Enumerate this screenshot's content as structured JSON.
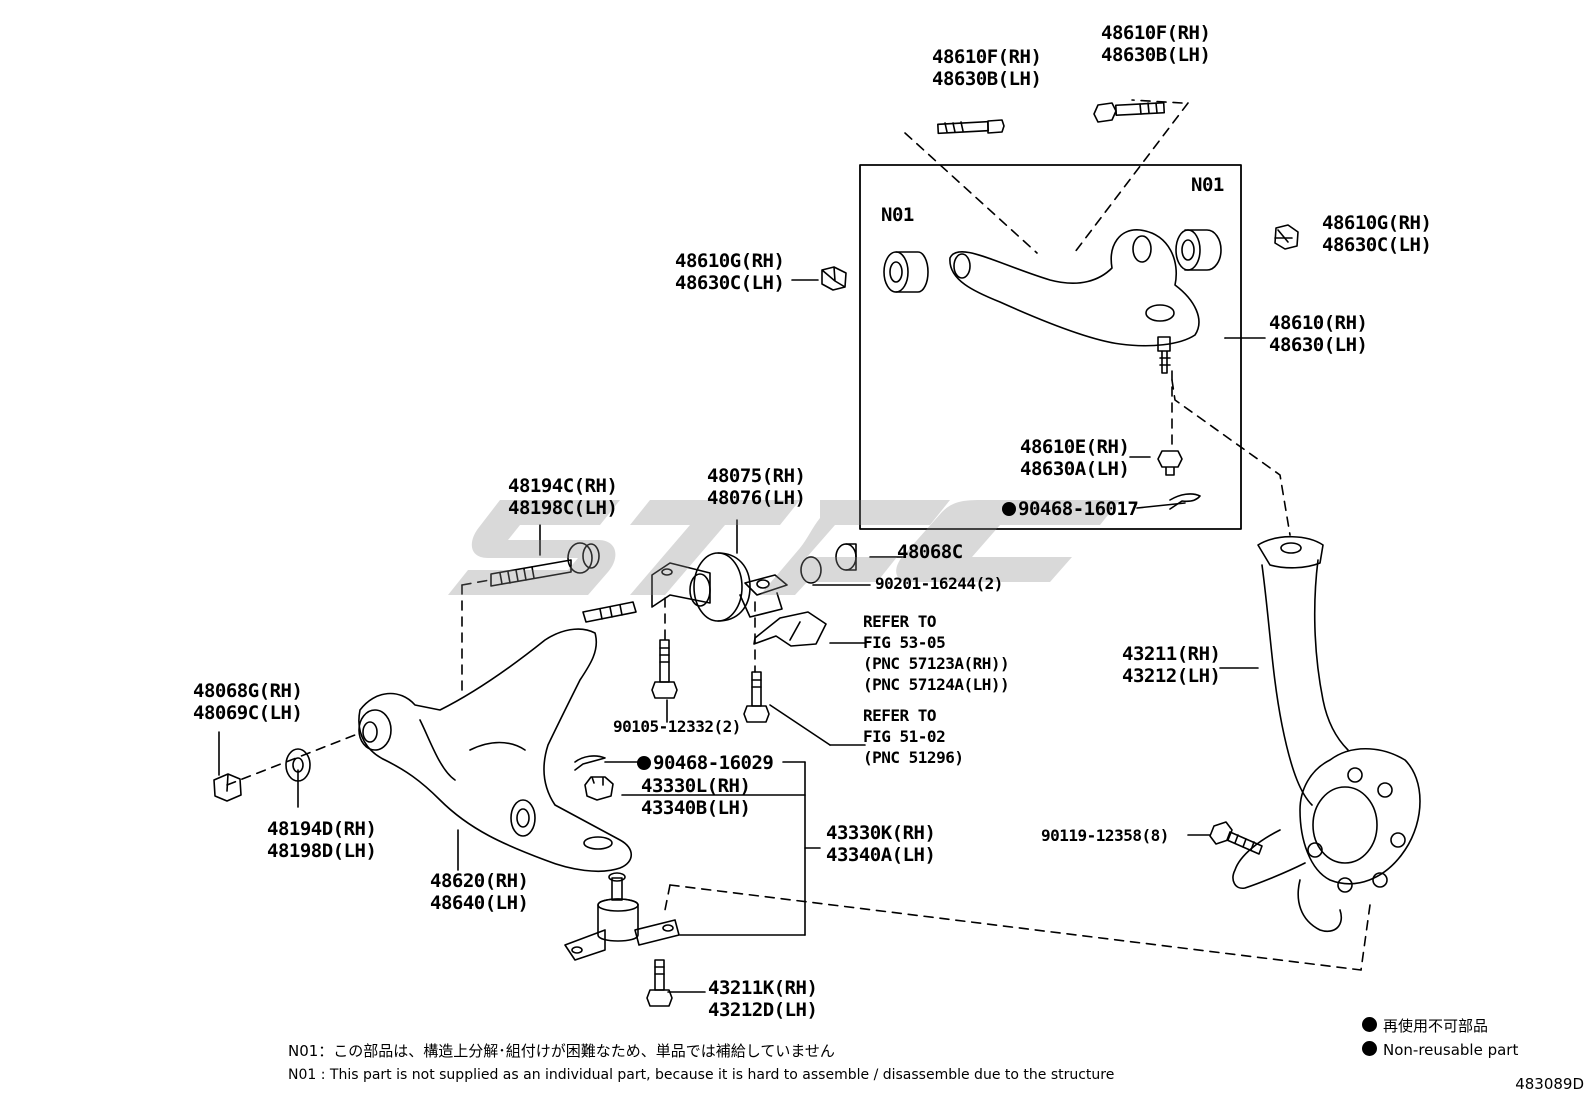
{
  "diagram_code": "483089D",
  "labels": {
    "bolt_upper_left": [
      "48610F(RH)",
      "48630B(LH)"
    ],
    "bolt_upper_right": [
      "48610F(RH)",
      "48630B(LH)"
    ],
    "n01_left": "N01",
    "n01_right": "N01",
    "nut_upper_left": [
      "48610G(RH)",
      "48630C(LH)"
    ],
    "nut_upper_right": [
      "48610G(RH)",
      "48630C(LH)"
    ],
    "upper_arm": [
      "48610(RH)",
      "48630(LH)"
    ],
    "ball_nut": [
      "48610E(RH)",
      "48630A(LH)"
    ],
    "cotter_upper": "90468-16017",
    "bolt_lower_front": [
      "48194C(RH)",
      "48198C(LH)"
    ],
    "bushing": [
      "48075(RH)",
      "48076(LH)"
    ],
    "nut_48068c": "48068C",
    "washer_90201": "90201-16244(2)",
    "refer_53": [
      "REFER TO",
      "FIG 53-05",
      "(PNC 57123A(RH))",
      "(PNC 57124A(LH))"
    ],
    "refer_51": [
      "REFER TO",
      "FIG 51-02",
      "(PNC 51296)"
    ],
    "bolt_90105": "90105-12332(2)",
    "nut_rear": [
      "48068G(RH)",
      "48069C(LH)"
    ],
    "washer_rear": [
      "48194D(RH)",
      "48198D(LH)"
    ],
    "lower_arm": [
      "48620(RH)",
      "48640(LH)"
    ],
    "cotter_lower": "90468-16029",
    "castle_nut": [
      "43330L(RH)",
      "43340B(LH)"
    ],
    "ball_joint": [
      "43330K(RH)",
      "43340A(LH)"
    ],
    "ball_bolt": [
      "43211K(RH)",
      "43212D(LH)"
    ],
    "knuckle": [
      "43211(RH)",
      "43212(LH)"
    ],
    "bolt_90119": "90119-12358(8)"
  },
  "notes": {
    "jp": "N01：この部品は、構造上分解･組付けが困難なため、単品では補給していません",
    "en": "N01 : This part is not supplied as an individual part, because it is hard to assemble / disassemble due to the structure"
  },
  "legend": {
    "jp": "再使用不可部品",
    "en": "Non-reusable part"
  },
  "colors": {
    "line": "#000000",
    "watermark": "#8a8a8a"
  }
}
